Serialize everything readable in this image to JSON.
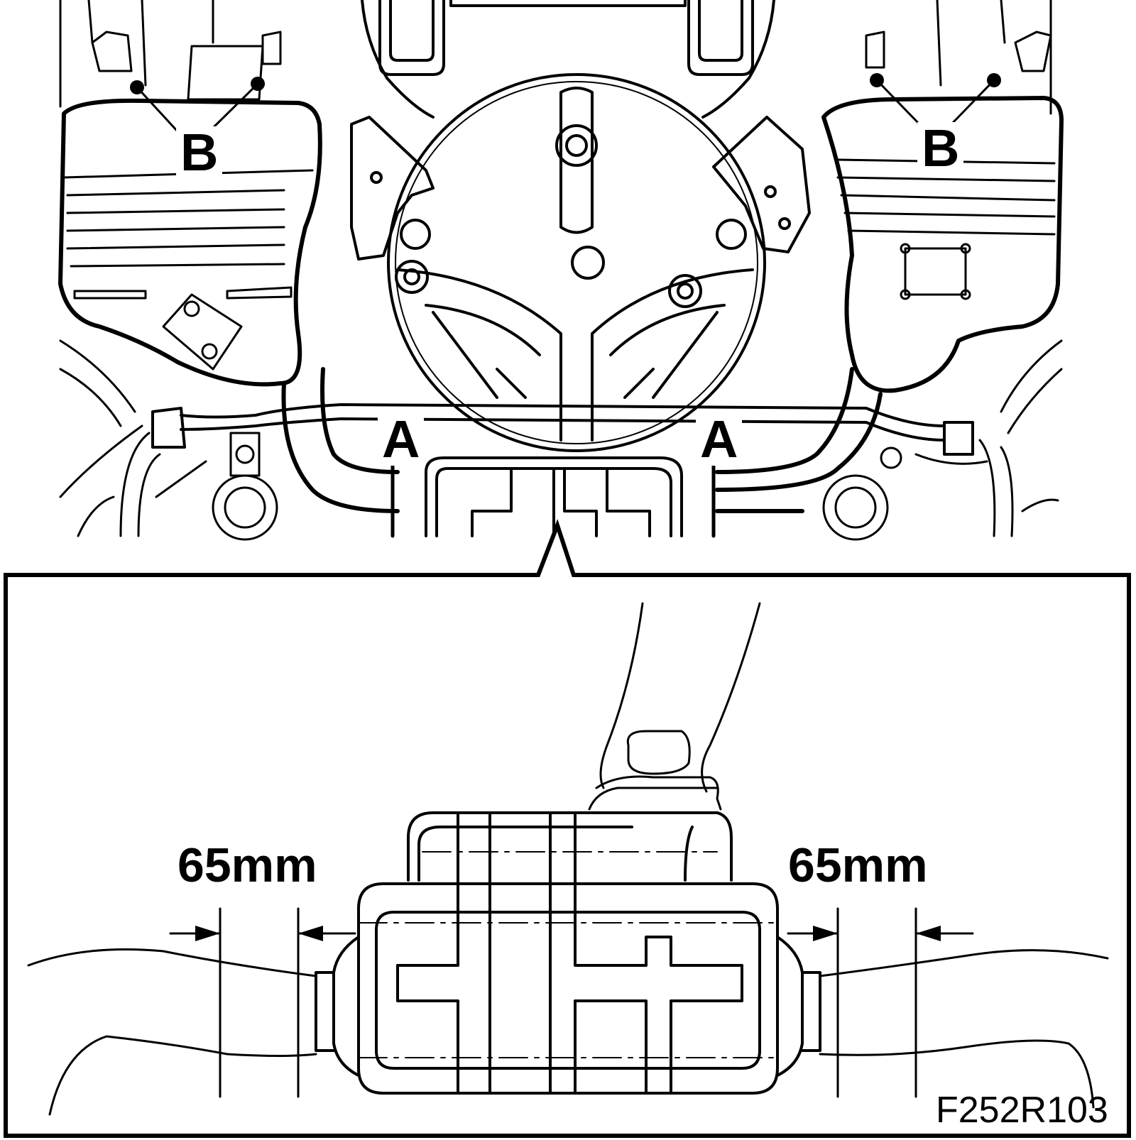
{
  "callouts": {
    "b_left": "B",
    "b_right": "B",
    "a_left": "A",
    "a_right": "A"
  },
  "detail": {
    "dim_left": "65mm",
    "dim_right": "65mm"
  },
  "figure_id": "F252R103",
  "colors": {
    "ink": "#000000",
    "paper": "#ffffff"
  }
}
